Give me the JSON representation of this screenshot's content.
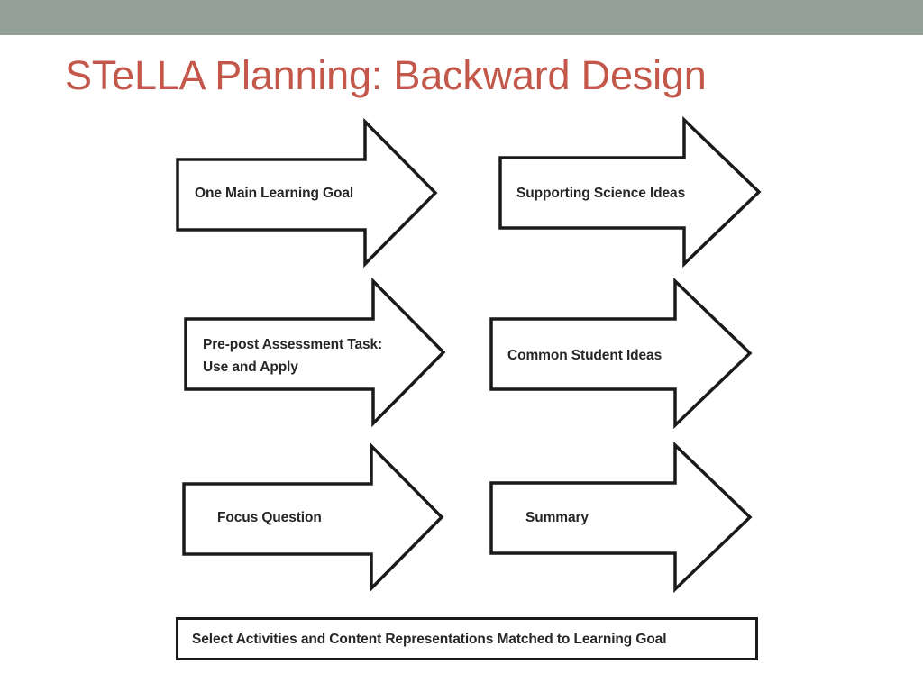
{
  "slide": {
    "title": "STeLLA Planning: Backward Design",
    "title_color": "#c3574a",
    "band_color": "#92a099",
    "background_color": "#ffffff",
    "outline_color": "#1a1a1a",
    "text_color": "#262626"
  },
  "diagram": {
    "type": "backward-design-flow",
    "columns": [
      {
        "name": "left-column",
        "arrows": [
          {
            "label": "One Main Learning Goal"
          },
          {
            "label": "Pre-post Assessment Task:\nUse and Apply"
          },
          {
            "label": "Focus Question"
          }
        ]
      },
      {
        "name": "right-column",
        "arrows": [
          {
            "label": "Supporting Science Ideas"
          },
          {
            "label": "Common Student Ideas"
          },
          {
            "label": "Summary"
          }
        ]
      }
    ],
    "footer_box": {
      "label": "Select Activities and Content Representations Matched to Learning Goal"
    }
  }
}
